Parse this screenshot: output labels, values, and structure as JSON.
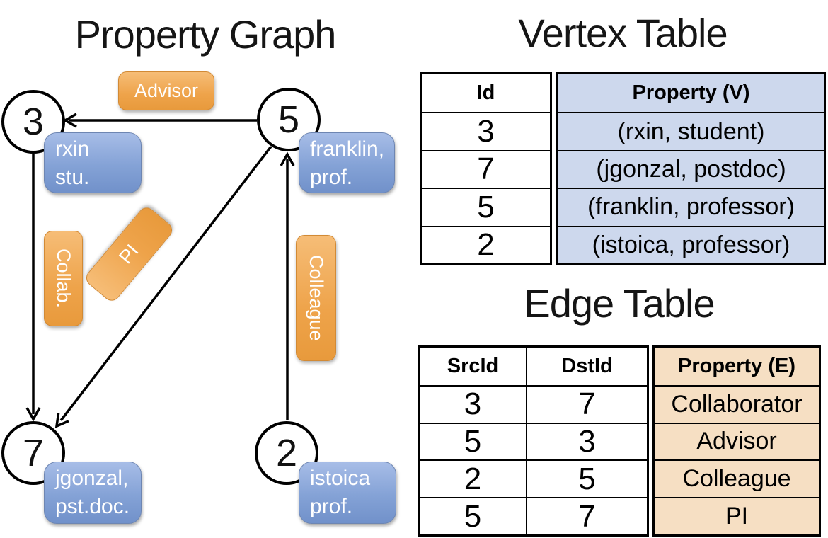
{
  "titles": {
    "graph": "Property Graph",
    "vertex_table": "Vertex Table",
    "edge_table": "Edge Table"
  },
  "graph": {
    "vertices": [
      {
        "id": "3",
        "label_lines": [
          "rxin",
          "stu."
        ]
      },
      {
        "id": "5",
        "label_lines": [
          "franklin,",
          "prof."
        ]
      },
      {
        "id": "7",
        "label_lines": [
          "jgonzal,",
          "pst.doc."
        ]
      },
      {
        "id": "2",
        "label_lines": [
          "istoica",
          "prof."
        ]
      }
    ],
    "edge_labels": {
      "advisor": "Advisor",
      "collab": "Collab.",
      "pi": "PI",
      "colleague": "Colleague"
    }
  },
  "vertex_table": {
    "headers": [
      "Id",
      "Property (V)"
    ],
    "rows": [
      [
        "3",
        "(rxin, student)"
      ],
      [
        "7",
        "(jgonzal, postdoc)"
      ],
      [
        "5",
        "(franklin, professor)"
      ],
      [
        "2",
        "(istoica, professor)"
      ]
    ]
  },
  "edge_table": {
    "headers": [
      "SrcId",
      "DstId",
      "Property (E)"
    ],
    "rows": [
      [
        "3",
        "7",
        "Collaborator"
      ],
      [
        "5",
        "3",
        "Advisor"
      ],
      [
        "2",
        "5",
        "Colleague"
      ],
      [
        "5",
        "7",
        "PI"
      ]
    ]
  },
  "colors": {
    "edge_label_orange": "#efa64b",
    "vertex_label_blue": "#84a2d6",
    "vertex_property_cell": "#cdd8ed",
    "edge_property_cell": "#f6dfc3",
    "line_black": "#000000"
  }
}
